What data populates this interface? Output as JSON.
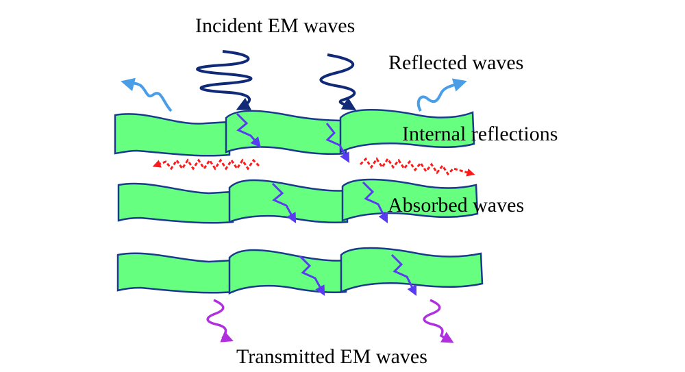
{
  "labels": {
    "incident": "Incident EM waves",
    "reflected": "Reflected waves",
    "internal": "Internal reflections",
    "absorbed": "Absorbed waves",
    "transmitted": "Transmitted EM waves"
  },
  "colors": {
    "sheet_fill": "#66ff80",
    "sheet_stroke": "#1a3a8c",
    "incident": "#102a78",
    "reflected": "#4a9ee8",
    "internal": "#ff1a1a",
    "absorbed": "#5a3cf0",
    "transmitted": "#b030e0"
  },
  "layers": [
    {
      "name": "top-layer",
      "segments": 3
    },
    {
      "name": "middle-layer",
      "segments": 3
    },
    {
      "name": "bottom-layer",
      "segments": 3
    }
  ]
}
